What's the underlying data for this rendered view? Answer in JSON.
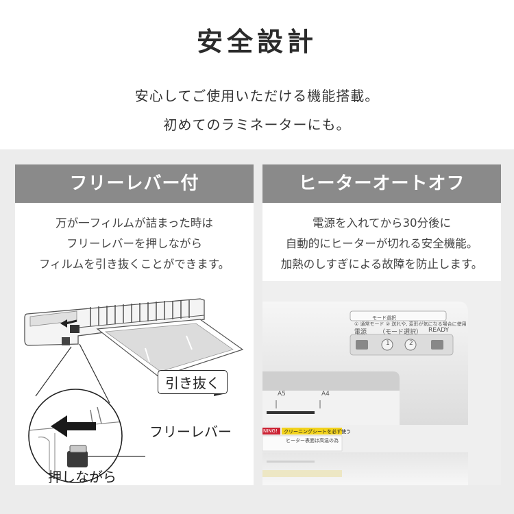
{
  "header": {
    "title": "安全設計",
    "lead_lines": [
      "安心してご使用いただける機能搭載。",
      "初めてのラミネーターにも。"
    ]
  },
  "panels": [
    {
      "heading": "フリーレバー付",
      "description_lines": [
        "万が一フィルムが詰まった時は",
        "フリーレバーを押しながら",
        "フィルムを引き抜くことができます。"
      ],
      "callouts": {
        "pull_out": "引き抜く",
        "free_lever": "フリーレバー",
        "while_pressing": "押しながら"
      }
    },
    {
      "heading": "ヒーターオートオフ",
      "description_lines": [
        "電源を入れてから30分後に",
        "自動的にヒーターが切れる安全機能。",
        "加熱のしすぎによる故障を防止します。"
      ],
      "device": {
        "mode_caption": "モード選択",
        "mode_note": "① 通常モード ② 送れや, 変形が気になる場合に使用",
        "power": "電源",
        "mode_select": "（モード選択）",
        "ready": "READY",
        "btn1": "1",
        "btn2": "2",
        "size_a5": "A5",
        "size_a4": "A4",
        "warning": "NING!",
        "cleaning_sheet": "クリーニングシートを必ず使う",
        "heater_note": "ヒーター表面は高温の為"
      }
    }
  ],
  "colors": {
    "heading_bg": "#8a8a8a",
    "band_bg": "#ececec",
    "arrow": "#1a1a1a",
    "cleaning_label": "#f2d21b"
  }
}
